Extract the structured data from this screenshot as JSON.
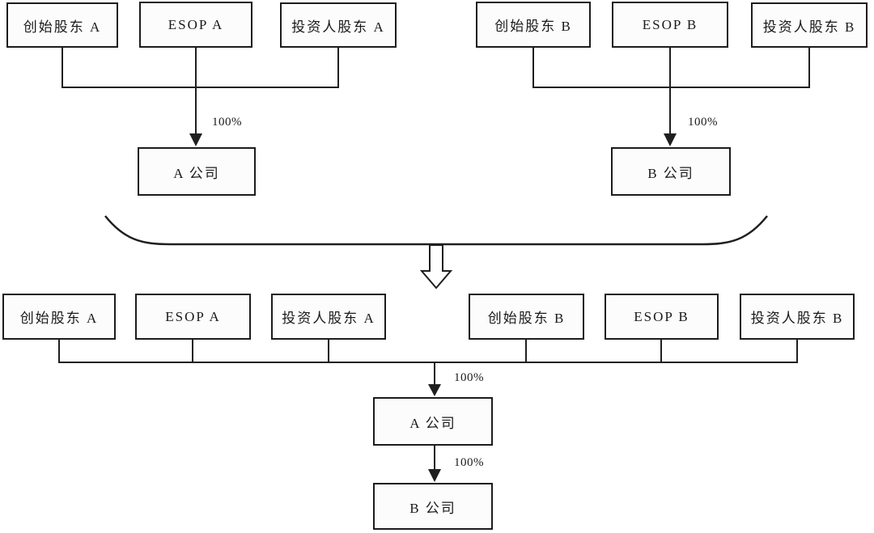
{
  "before": {
    "group_a": {
      "shareholders": [
        "创始股东 A",
        "ESOP A",
        "投资人股东 A"
      ],
      "ownership": "100%",
      "company": "A 公司"
    },
    "group_b": {
      "shareholders": [
        "创始股东 B",
        "ESOP B",
        "投资人股东 B"
      ],
      "ownership": "100%",
      "company": "B 公司"
    }
  },
  "after": {
    "shareholders": [
      "创始股东 A",
      "ESOP A",
      "投资人股东 A",
      "创始股东 B",
      "ESOP B",
      "投资人股东 B"
    ],
    "ownership_a": "100%",
    "company_a": "A 公司",
    "ownership_b": "100%",
    "company_b": "B 公司"
  },
  "icons": {
    "solid_arrow": "solid-down-arrow-icon",
    "hollow_arrow": "hollow-down-arrow-icon"
  },
  "colors": {
    "line": "#1f1f1f",
    "box_border": "#1c1c1c",
    "box_fill": "#fcfcfd",
    "text": "#1a1a1a",
    "background": "#ffffff"
  }
}
